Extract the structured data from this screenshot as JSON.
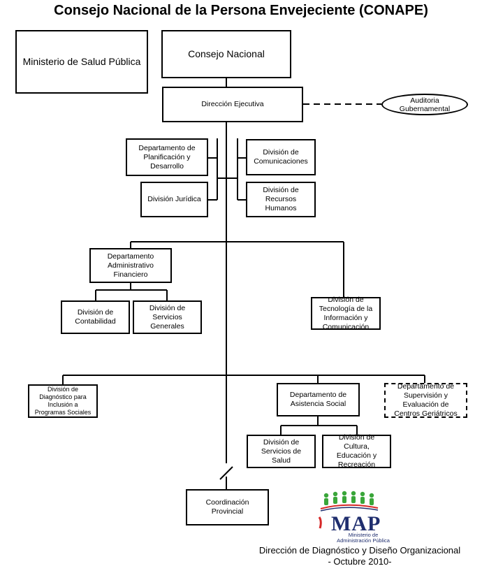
{
  "title": "Consejo Nacional de la Persona Envejeciente (CONAPE)",
  "nodes": {
    "ministerio": "Ministerio de Salud Pública",
    "consejo": "Consejo Nacional",
    "direccion": "Dirección Ejecutiva",
    "auditoria": "Auditoria\nGubernamental",
    "planificacion": "Departamento de\nPlanificación y\nDesarrollo",
    "juridica": "División Jurídica",
    "comunicaciones": "División de\nComunicaciones",
    "rrhh": "División de\nRecursos\nHumanos",
    "administrativo": "Departamento\nAdministrativo\nFinanciero",
    "contabilidad": "División de\nContabilidad",
    "servicios_generales": "División de\nServicios\nGenerales",
    "tecnologia": "División de\nTecnología de la\nInformación y\nComunicación",
    "diagnostico": "División de\nDiagnóstico para\nInclusión a\nProgramas Sociales",
    "asistencia_social": "Departamento de\nAsistencia Social",
    "supervision": "Departamento de\nSupervisión y\nEvaluación de\nCentros Geriátricos",
    "servicios_salud": "División de\nServicios de\nSalud",
    "cultura": "División de\nCultura,\nEducación y\nRecreación",
    "coordinacion": "Coordinación\nProvincial"
  },
  "logo": {
    "word": "MAP",
    "subtitle": "Ministerio de\nAdministración Pública",
    "colors": {
      "figures": "#3aa63a",
      "accent": "#d62828",
      "text": "#1f2e6e"
    }
  },
  "footer": {
    "line1": "Dirección de Diagnóstico y Diseño Organizacional",
    "line2": "- Octubre 2010-"
  }
}
